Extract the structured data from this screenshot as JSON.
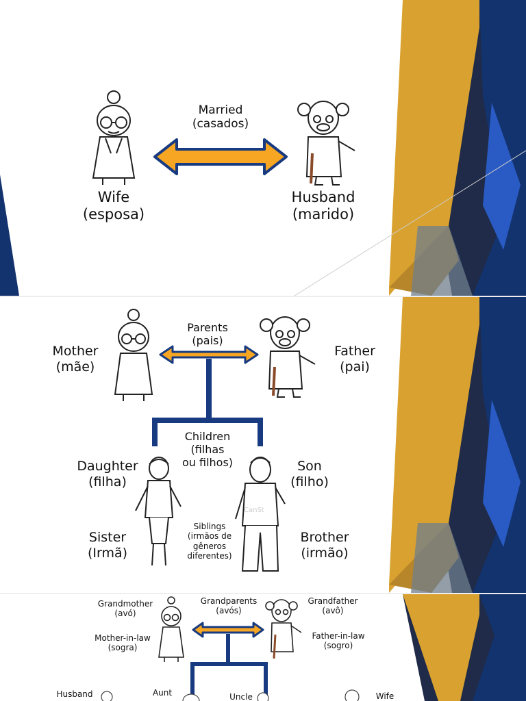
{
  "slide1": {
    "arrow_label": [
      "Married",
      "(casados)"
    ],
    "left": [
      "Wife",
      "(esposa)"
    ],
    "right": [
      "Husband",
      "(marido)"
    ]
  },
  "slide2": {
    "arrow_label": [
      "Parents",
      "(pais)"
    ],
    "mother": [
      "Mother",
      "(mãe)"
    ],
    "father": [
      "Father",
      "(pai)"
    ],
    "children": [
      "Children",
      "(filhas",
      "ou filhos)"
    ],
    "daughter": [
      "Daughter",
      "(filha)"
    ],
    "son": [
      "Son",
      "(filho)"
    ],
    "sister": [
      "Sister",
      "(Irmã)"
    ],
    "brother": [
      "Brother",
      "(irmão)"
    ],
    "siblings": [
      "Siblings",
      "(irmãos de",
      "gêneros",
      "diferentes)"
    ],
    "watermark": "CanSt"
  },
  "slide3": {
    "grandmother": [
      "Grandmother",
      "(avó)"
    ],
    "grandparents": [
      "Grandparents",
      "(avós)"
    ],
    "grandfather": [
      "Grandfather",
      "(avô)"
    ],
    "mother_in_law": [
      "Mother-in-law",
      "(sogra)"
    ],
    "father_in_law": [
      "Father-in-law",
      "(sogro)"
    ],
    "husband": "Husband",
    "aunt": "Aunt",
    "uncle": "Uncle",
    "wife": "Wife"
  },
  "colors": {
    "gold": "#d9a230",
    "dark_gold": "#b8862a",
    "navy": "#1f2b48",
    "blue": "#13336e",
    "bright_blue": "#2a5bc4",
    "gray": "#6f7d8c",
    "arrow_fill": "#f6a623",
    "arrow_outline": "#173a80",
    "tree_line": "#173a80"
  }
}
